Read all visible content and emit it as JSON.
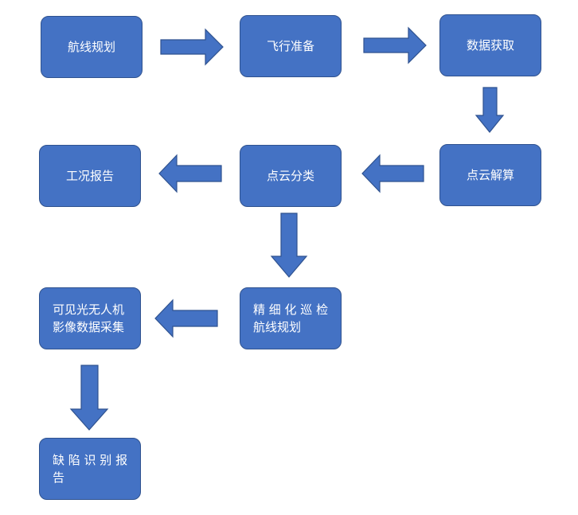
{
  "flowchart": {
    "nodes": {
      "route_planning": "航线规划",
      "flight_prep": "飞行准备",
      "data_acquisition": "数据获取",
      "pointcloud_solving": "点云解算",
      "pointcloud_classification": "点云分类",
      "condition_report": "工况报告",
      "fine_inspection_route": "精 细 化 巡 检\n航线规划",
      "visible_light_uav": "可见光无人机\n影像数据采集",
      "defect_report": "缺 陷 识 别 报\n告"
    },
    "colors": {
      "fill": "#4472c4",
      "border": "#2f528f",
      "text": "#ffffff"
    }
  }
}
